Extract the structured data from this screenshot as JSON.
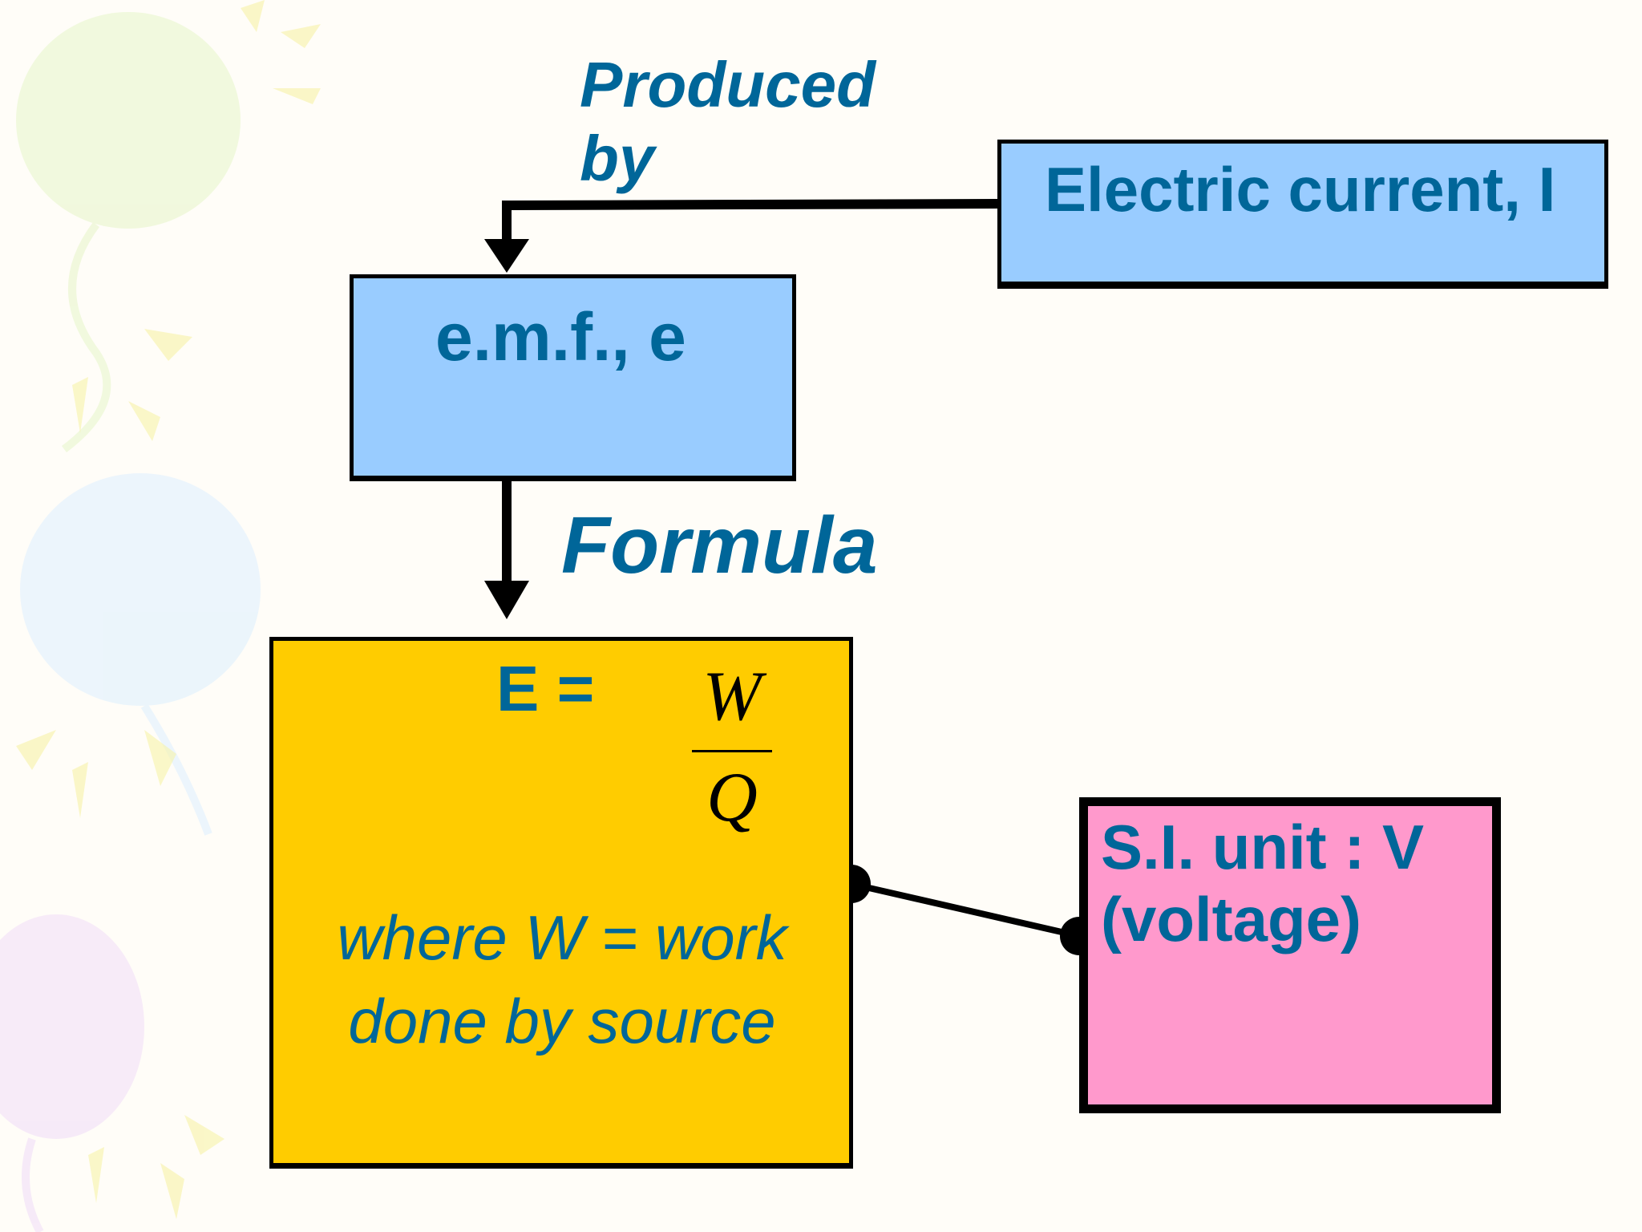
{
  "diagram": {
    "produced_by": [
      "Produced",
      "by"
    ],
    "source_box": {
      "label": "Electric current, I"
    },
    "emf_box": {
      "label": "e.m.f., e"
    },
    "formula_label": "Formula",
    "formula_box": {
      "lhs": "E =",
      "numerator": "W",
      "denominator": "Q",
      "note": [
        "where W = work",
        "done by source"
      ]
    },
    "unit_box": {
      "lines": [
        "S.I. unit : V",
        "(voltage)"
      ]
    }
  },
  "colors": {
    "text": "#006699",
    "blue_box": "#99ccff",
    "yellow_box": "#ffcc00",
    "pink_box": "#ff99cc",
    "line": "#000000"
  }
}
